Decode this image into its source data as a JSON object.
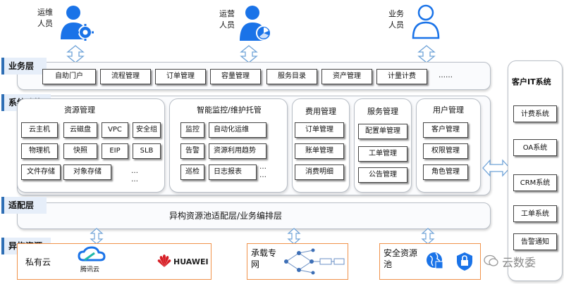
{
  "personas": [
    {
      "label": "运维\n人员",
      "label_l1": "运维",
      "label_l2": "人员"
    },
    {
      "label": "运营\n人员",
      "label_l1": "运营",
      "label_l2": "人员"
    },
    {
      "label": "业务\n人员",
      "label_l1": "业务",
      "label_l2": "人员"
    }
  ],
  "layers": {
    "business": "业务层",
    "system": "系统功能",
    "adapter": "适配层",
    "hetero": "异构资源"
  },
  "business_items": [
    "自助门户",
    "流程管理",
    "订单管理",
    "容量管理",
    "服务目录",
    "资产管理",
    "计量计费",
    "……"
  ],
  "resource_mgmt": {
    "title": "资源管理",
    "items": [
      "云主机",
      "云磁盘",
      "VPC",
      "安全组",
      "物理机",
      "快照",
      "EIP",
      "SLB",
      "文件存储",
      "对象存储"
    ],
    "more": "…\n…"
  },
  "monitor": {
    "title": "智能监控/维护托管",
    "left": [
      "监控",
      "告警",
      "巡检"
    ],
    "right": [
      "自动化运维",
      "资源利用趋势",
      "日志报表"
    ],
    "more1": "…",
    "more2": "…"
  },
  "fee": {
    "title": "费用管理",
    "items": [
      "订单管理",
      "账单管理",
      "消费明细"
    ]
  },
  "service": {
    "title": "服务管理",
    "items": [
      "配置单管理",
      "工单管理",
      "公告管理"
    ]
  },
  "user": {
    "title": "用户管理",
    "items": [
      "客户管理",
      "权限管理",
      "角色管理"
    ]
  },
  "adapter_text": "异构资源池适配层/业务编排层",
  "hetero": {
    "private_cloud": "私有云",
    "tencent": "腾讯云",
    "huawei": "HUAWEI",
    "line_l1": "承载专",
    "line_l2": "网",
    "security_l1": "安全资源",
    "security_l2": "池"
  },
  "customer_it": {
    "title": "客户IT系统",
    "items": [
      "计费系统",
      "OA系统",
      "CRM系统",
      "工单系统",
      "告警通知"
    ]
  },
  "watermark": "云数委",
  "colors": {
    "blue": "#1a73e8",
    "orange": "#f0924a",
    "tag_bg": "#e6eef9",
    "tag_border": "#2f6fb5",
    "huawei_red": "#d71f26"
  }
}
